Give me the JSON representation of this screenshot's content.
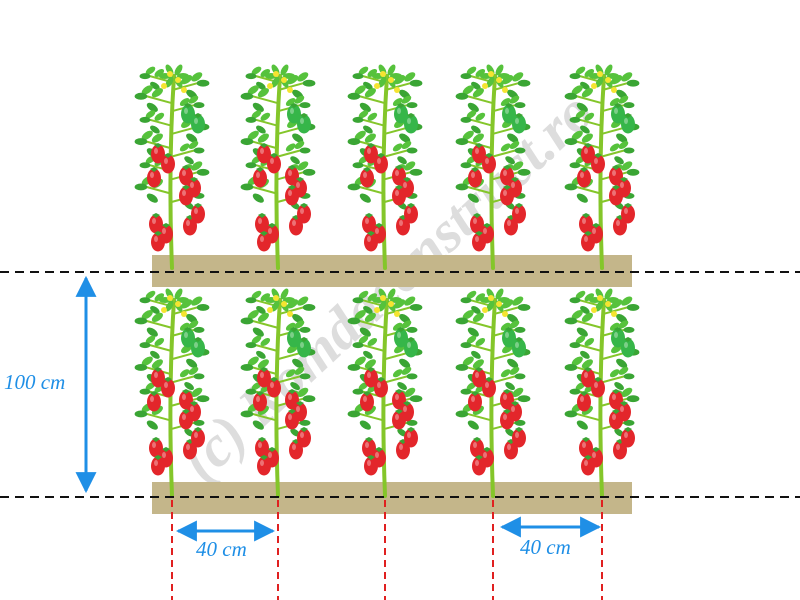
{
  "colors": {
    "bed": "#c4b68a",
    "stem": "#84c62a",
    "leaf": "#3aa534",
    "leaf_light": "#56c23c",
    "tomato_ripe": "#e3262b",
    "tomato_green": "#36b649",
    "flower": "#f5e431",
    "row_line": "#111111",
    "plant_line": "#e02020",
    "dimension": "#1f8fe6",
    "watermark": "#d9d9d9"
  },
  "diagram": {
    "rows": [
      {
        "name": "row-top",
        "plants": 5
      },
      {
        "name": "row-bottom",
        "plants": 5
      }
    ],
    "row_spacing": {
      "label": "100 cm",
      "value_cm": 100
    },
    "plant_spacing": {
      "label": "40 cm",
      "value_cm": 40
    },
    "watermark": "(c) Romdaconstruct.ro"
  }
}
